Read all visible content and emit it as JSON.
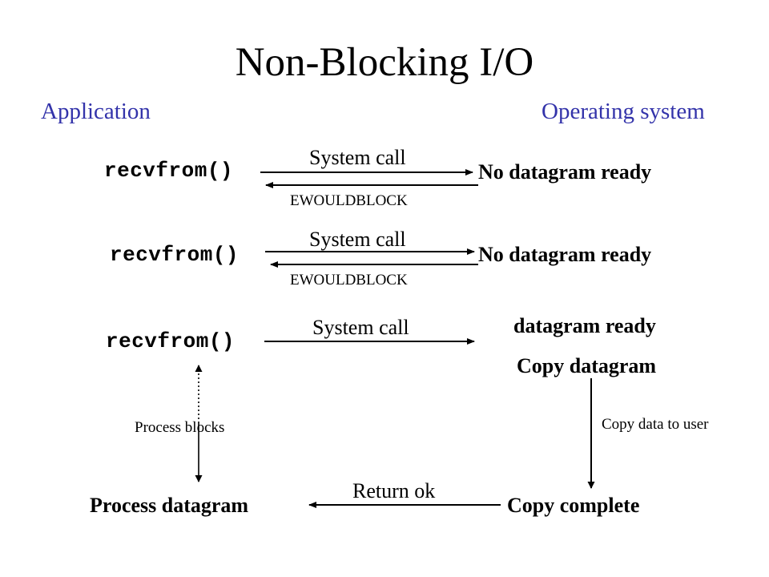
{
  "slide": {
    "title": "Non-Blocking I/O",
    "background_color": "#ffffff",
    "text_color": "#000000",
    "header_color": "#3333aa"
  },
  "columns": {
    "left_label": "Application",
    "right_label": "Operating system"
  },
  "rows": [
    {
      "call": "recvfrom()",
      "request_caption": "System call",
      "response_caption": "EWOULDBLOCK",
      "state": "No datagram ready"
    },
    {
      "call": "recvfrom()",
      "request_caption": "System call",
      "response_caption": "EWOULDBLOCK",
      "state": "No datagram ready"
    },
    {
      "call": "recvfrom()",
      "request_caption": "System call",
      "state": "datagram ready",
      "state_secondary": "Copy datagram"
    }
  ],
  "annotations": {
    "process_blocks": "Process blocks",
    "copy_data_to_user": "Copy data to user"
  },
  "footer": {
    "left_state": "Process datagram",
    "return_caption": "Return ok",
    "right_state": "Copy complete"
  },
  "chart_data": {
    "type": "diagram",
    "title": "Non-Blocking I/O",
    "lanes": [
      "Application",
      "Operating system"
    ],
    "steps": [
      {
        "from": "Application",
        "to": "Operating system",
        "label": "System call",
        "source": "recvfrom()",
        "target": "No datagram ready"
      },
      {
        "from": "Operating system",
        "to": "Application",
        "label": "EWOULDBLOCK"
      },
      {
        "from": "Application",
        "to": "Operating system",
        "label": "System call",
        "source": "recvfrom()",
        "target": "No datagram ready"
      },
      {
        "from": "Operating system",
        "to": "Application",
        "label": "EWOULDBLOCK"
      },
      {
        "from": "Application",
        "to": "Operating system",
        "label": "System call",
        "source": "recvfrom()",
        "target": "datagram ready"
      },
      {
        "from": "Operating system",
        "to": "Operating system",
        "label": "Copy data to user",
        "source": "Copy datagram",
        "target": "Copy complete"
      },
      {
        "from": "Operating system",
        "to": "Application",
        "label": "Return ok",
        "source": "Copy complete",
        "target": "Process datagram"
      },
      {
        "from": "Application",
        "to": "Application",
        "label": "Process blocks"
      }
    ]
  }
}
